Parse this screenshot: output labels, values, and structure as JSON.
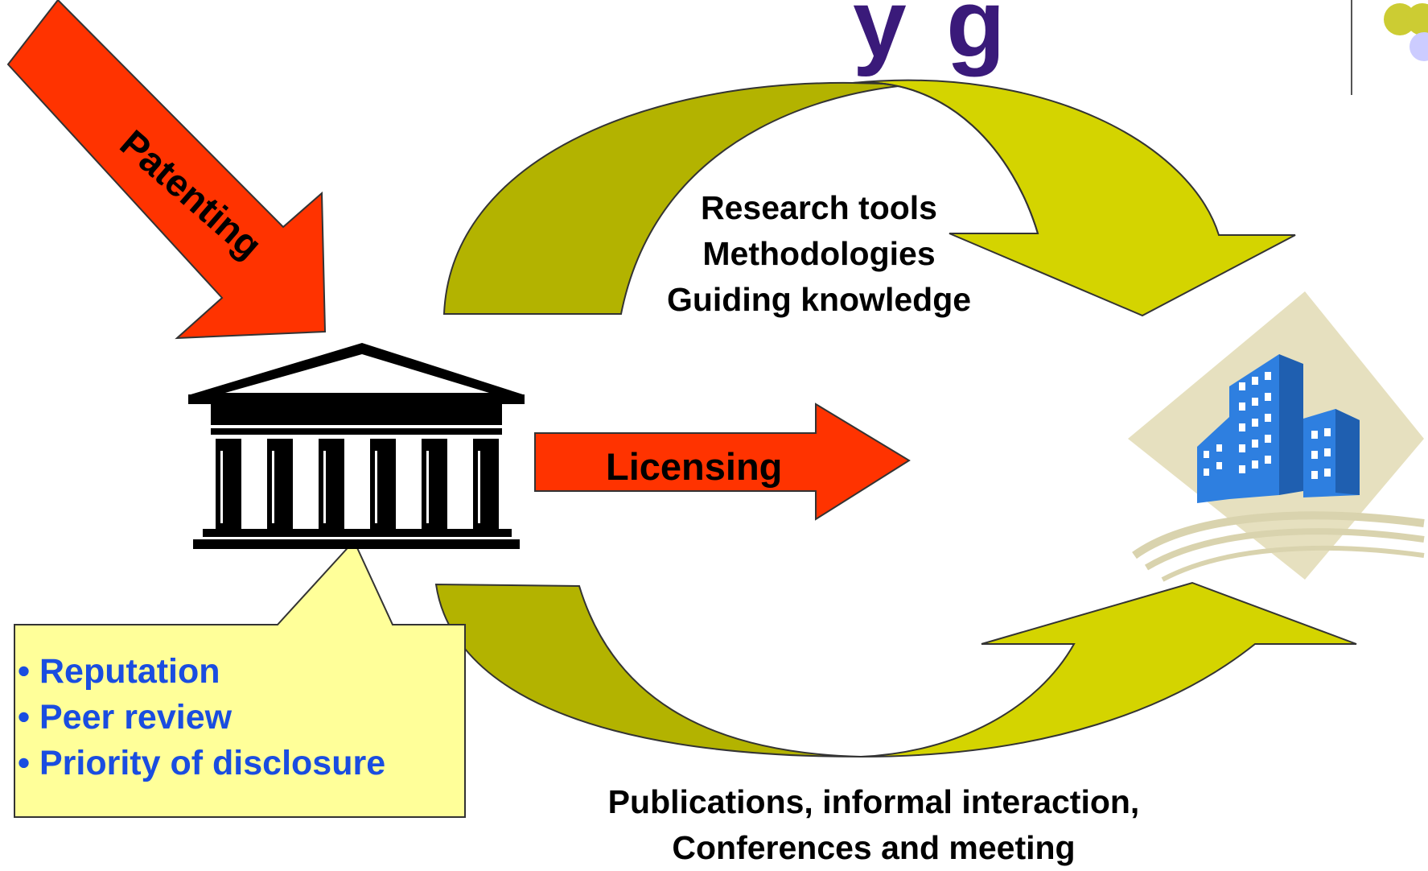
{
  "diagram": {
    "title_fragment": "y  g",
    "arrows": {
      "patenting": "Patenting",
      "licensing": "Licensing"
    },
    "top_flow": {
      "lines": [
        "Research tools",
        "Methodologies",
        "Guiding knowledge"
      ]
    },
    "bottom_flow": {
      "lines": [
        "Publications, informal interaction,",
        "Conferences and meeting"
      ]
    },
    "callout": {
      "items": [
        "• Reputation",
        "• Peer review",
        "• Priority of disclosure"
      ]
    },
    "colors": {
      "arrow_red": "#ff3300",
      "olive_dark": "#b3b300",
      "olive_light": "#d4d400",
      "callout_fill": "#ffff99",
      "callout_text": "#1a4de0",
      "building_blue": "#2e7fe0",
      "diamond_beige": "#e6e0bf",
      "dot_yellow": "#cccc33",
      "dot_lavender": "#ccccff"
    },
    "icons": [
      "university-building-icon",
      "office-buildings-icon",
      "decorative-dots-icon"
    ]
  }
}
